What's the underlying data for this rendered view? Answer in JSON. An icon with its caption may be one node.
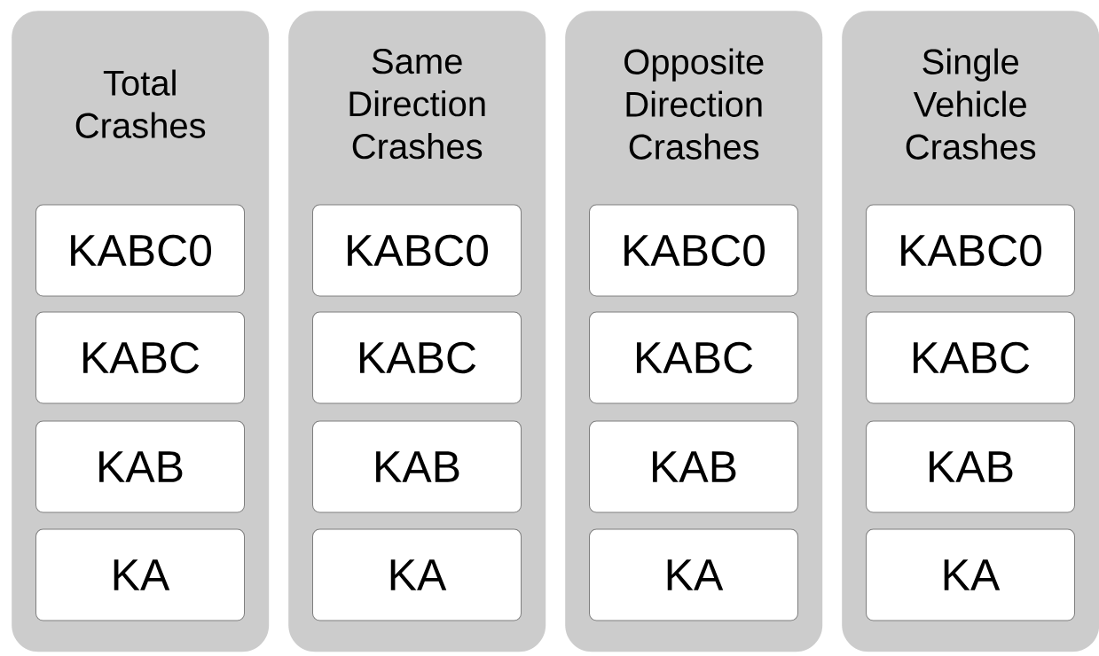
{
  "diagram": {
    "nodes": [
      {
        "text": [
          "Total Crashes"
        ]
      },
      {
        "text": [
          "KABC0"
        ],
        "in": 0
      },
      {
        "text": [
          "KABC"
        ],
        "in": 0
      },
      {
        "text": [
          "KAB"
        ],
        "in": 0
      },
      {
        "text": [
          "KA"
        ],
        "in": 0
      },
      {
        "text": [
          "Same Direction Crashes"
        ]
      },
      {
        "text": [
          "KABC0"
        ],
        "in": 5
      },
      {
        "text": [
          "KABC"
        ],
        "in": 5
      },
      {
        "text": [
          "KAB"
        ],
        "in": 5
      },
      {
        "text": [
          "KA"
        ],
        "in": 5
      },
      {
        "text": [
          "Opposite Direction Crashes"
        ]
      },
      {
        "text": [
          "KABC0"
        ],
        "in": 10
      },
      {
        "text": [
          "KABC"
        ],
        "in": 10
      },
      {
        "text": [
          "KAB"
        ],
        "in": 10
      },
      {
        "text": [
          "KA"
        ],
        "in": 10
      },
      {
        "text": [
          "Single Vehicle Crashes"
        ]
      },
      {
        "text": [
          "KABC0"
        ],
        "in": 15
      },
      {
        "text": [
          "KABC"
        ],
        "in": 15
      },
      {
        "text": [
          "KAB"
        ],
        "in": 15
      },
      {
        "text": [
          "KA"
        ],
        "in": 15
      }
    ]
  }
}
